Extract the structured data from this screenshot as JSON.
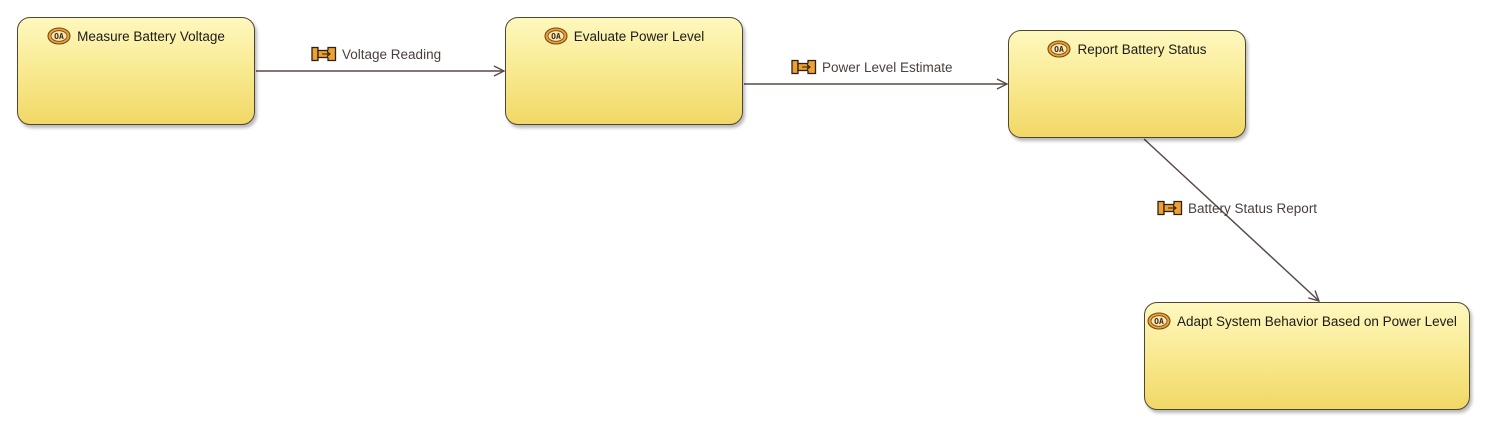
{
  "diagram": {
    "icon_label": "OA",
    "nodes": [
      {
        "title": "Measure Battery Voltage"
      },
      {
        "title": "Evaluate Power Level"
      },
      {
        "title": "Report Battery Status"
      },
      {
        "title": "Adapt System Behavior Based on Power Level"
      }
    ],
    "edges": [
      {
        "label": "Voltage Reading",
        "from": "Measure Battery Voltage",
        "to": "Evaluate Power Level"
      },
      {
        "label": "Power Level Estimate",
        "from": "Evaluate Power Level",
        "to": "Report Battery Status"
      },
      {
        "label": "Battery Status Report",
        "from": "Report Battery Status",
        "to": "Adapt System Behavior Based on Power Level"
      }
    ]
  },
  "colors": {
    "node_fill_top": "#fef8be",
    "node_fill_bottom": "#f1d766",
    "node_border": "#4e4634",
    "edge_line": "#5a4a48",
    "icon_orange": "#f0a030"
  },
  "icons": {
    "node_icon": "operational-activity-icon",
    "edge_icon": "functional-exchange-icon"
  }
}
